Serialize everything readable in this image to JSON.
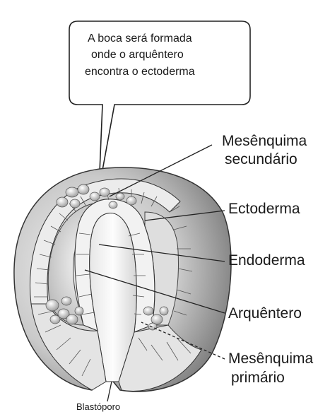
{
  "callout": {
    "line1": "A boca será formada",
    "line2": "onde o arquêntero",
    "line3": "encontra o ectoderma"
  },
  "labels": {
    "mesenquima_secundario_1": "Mesênquima",
    "mesenquima_secundario_2": "secundário",
    "ectoderma": "Ectoderma",
    "endoderma": "Endoderma",
    "arquentero": "Arquêntero",
    "mesenquima_primario_1": "Mesênquima",
    "mesenquima_primario_2": "primário",
    "blastoporo": "Blastóporo"
  }
}
